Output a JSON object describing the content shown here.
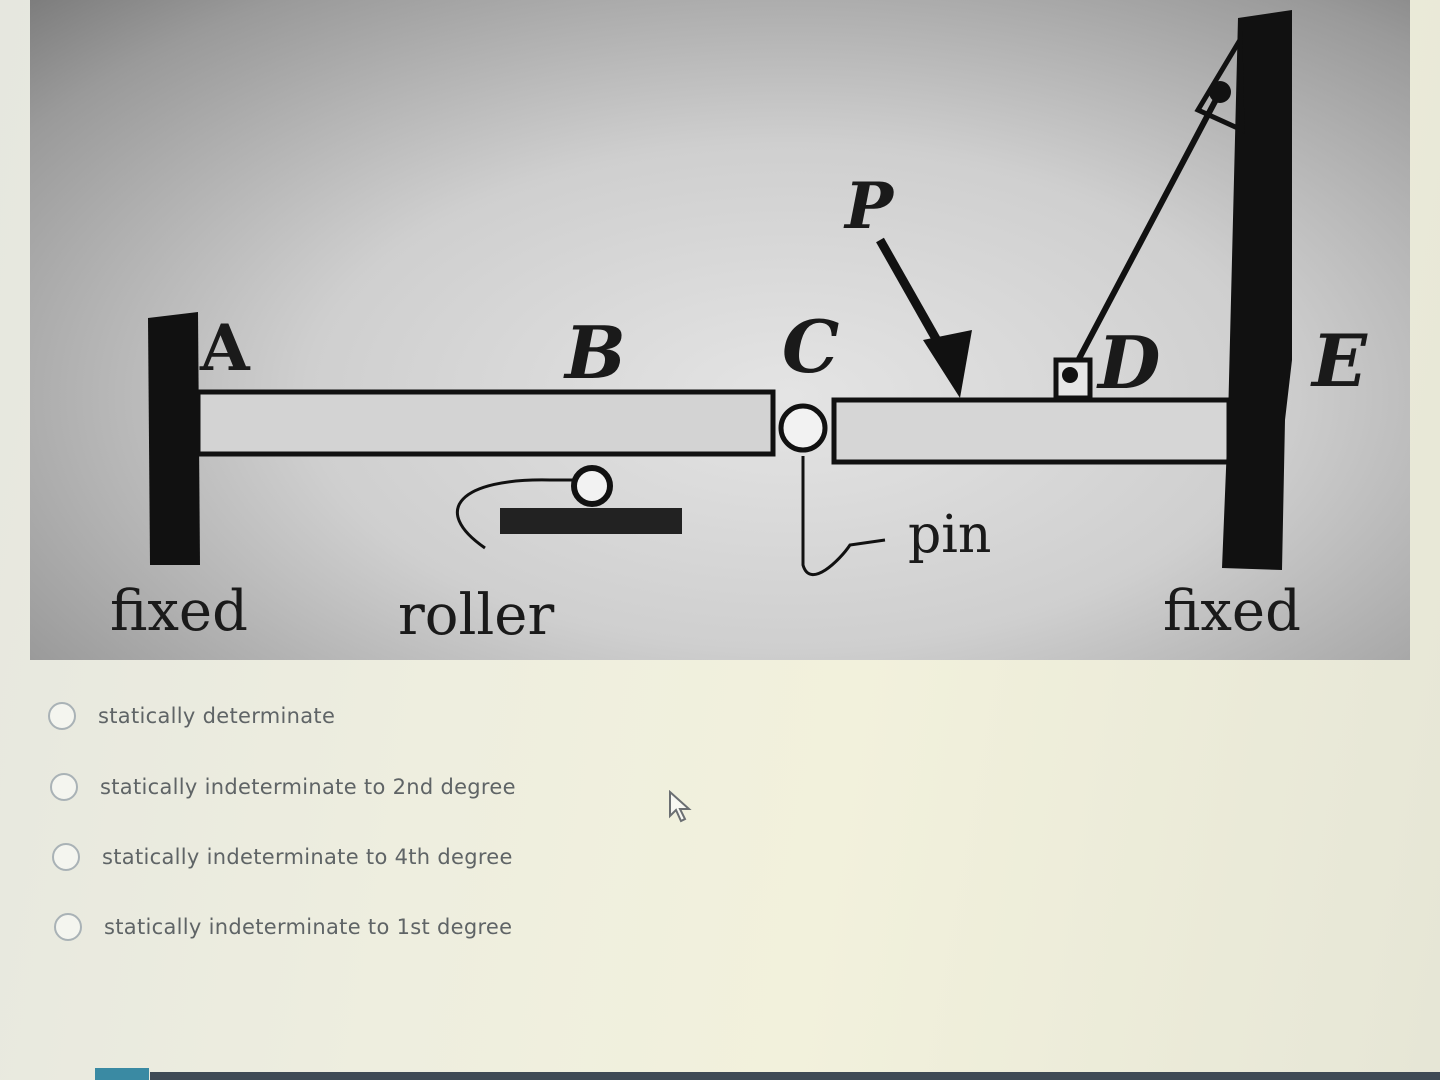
{
  "figure": {
    "labels": {
      "A": "A",
      "B": "B",
      "C": "C",
      "D": "D",
      "E": "E",
      "P": "P",
      "pin": "pin",
      "fixed_left": "fixed",
      "roller": "roller",
      "fixed_right": "fixed"
    }
  },
  "question": {
    "options": [
      {
        "label": "statically determinate",
        "selected": false
      },
      {
        "label": "statically indeterminate to 2nd degree",
        "selected": false
      },
      {
        "label": "statically indeterminate to 4th degree",
        "selected": false
      },
      {
        "label": "statically indeterminate to 1st degree",
        "selected": false
      }
    ]
  },
  "icons": {
    "cursor": "mouse-pointer-icon"
  }
}
